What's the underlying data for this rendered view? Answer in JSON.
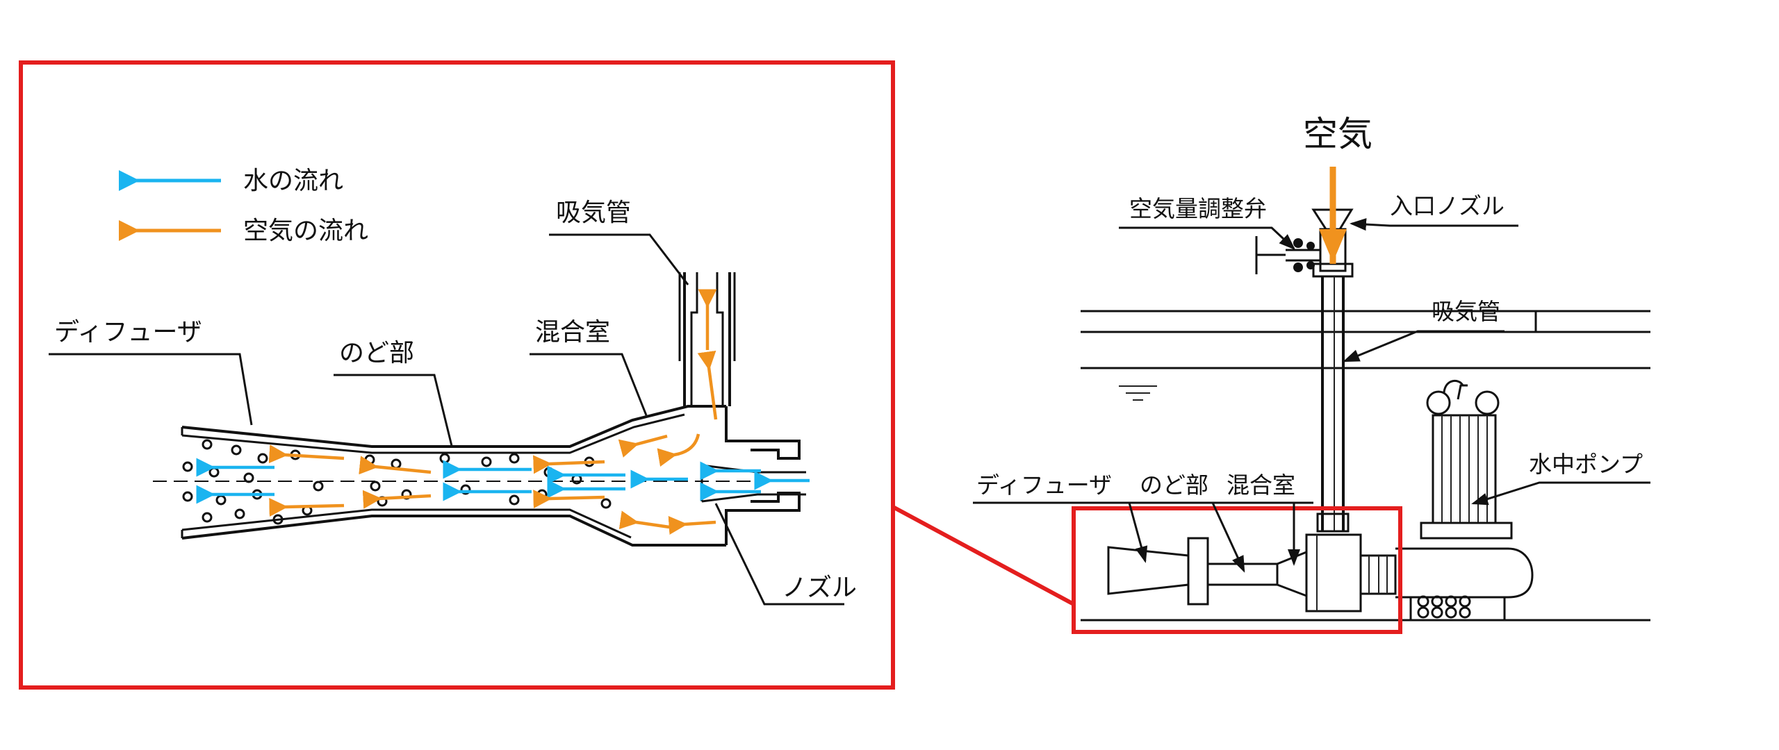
{
  "legend": {
    "water_flow": "水の流れ",
    "air_flow": "空気の流れ"
  },
  "detail_labels": {
    "suction_pipe": "吸気管",
    "diffuser": "ディフューザ",
    "throat": "のど部",
    "mixing_chamber": "混合室",
    "nozzle": "ノズル"
  },
  "system_labels": {
    "air": "空気",
    "air_valve": "空気量調整弁",
    "inlet_nozzle": "入口ノズル",
    "suction_pipe": "吸気管",
    "submersible_pump": "水中ポンプ",
    "diffuser": "ディフューザ",
    "throat": "のど部",
    "mixing_chamber": "混合室"
  },
  "colors": {
    "water_arrow": "#1ab4f0",
    "air_arrow": "#f0921e",
    "highlight_frame": "#e41e1e",
    "line": "#111111"
  }
}
